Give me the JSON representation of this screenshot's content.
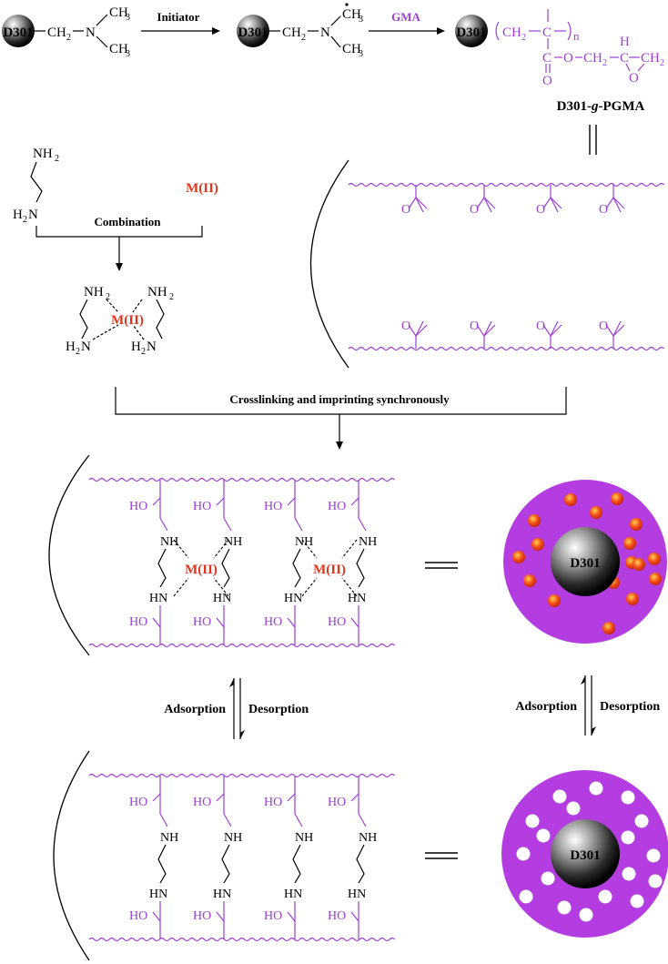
{
  "colors": {
    "black": "#000000",
    "purple": "#9b3fd6",
    "red": "#e0341c",
    "bead_fill": "#b33de0",
    "particle": "#f4511e",
    "hole": "#ffffff"
  },
  "row1": {
    "bead_label": "D301",
    "ch2": "CH",
    "ch2_sub": "2",
    "n": "N",
    "ch3": "CH",
    "ch3_sub": "3",
    "initiator_label": "Initiator",
    "gma_label": "GMA",
    "repeat_n": "n",
    "c_atom": "C",
    "o_atom": "O",
    "h_atom": "H",
    "ester_o": "O",
    "product_label": "D301-g-PGMA",
    "product_label_pre": "D301-",
    "product_label_italic": "g",
    "product_label_post": "-PGMA"
  },
  "left_panel": {
    "nh2": "NH",
    "nh2_sub": "2",
    "h2n": "H",
    "h2n_post": "N",
    "metal": "M(II)",
    "combination_label": "Combination"
  },
  "epoxy_o": "O",
  "crosslink_label": "Crosslinking and imprinting synchronously",
  "imprint_panel": {
    "ho": "HO",
    "nh": "NH",
    "hn": "HN",
    "metal": "M(II)"
  },
  "equilibria": {
    "adsorption": "Adsorption",
    "desorption": "Desorption"
  },
  "bead_core_label": "D301"
}
